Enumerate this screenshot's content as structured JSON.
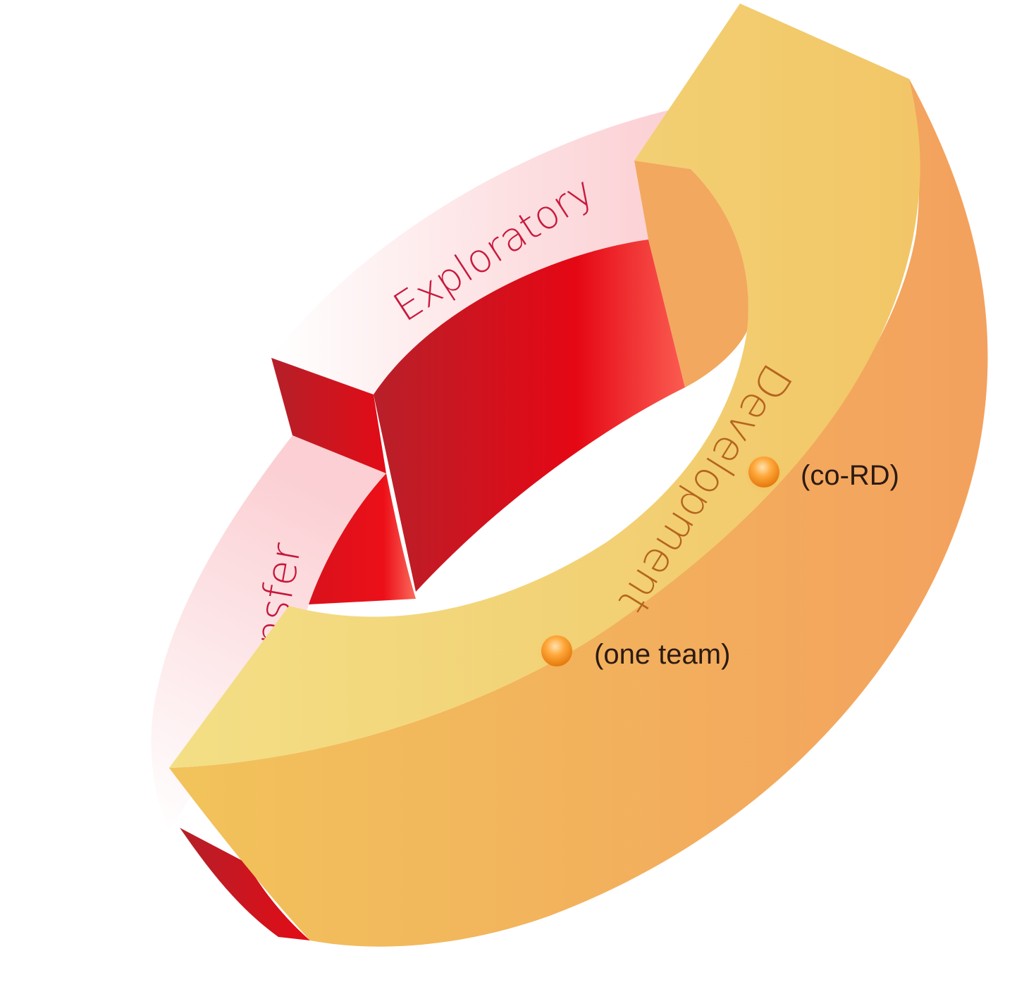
{
  "diagram": {
    "segments": [
      {
        "label": "Exploratory",
        "color": "#e2141f"
      },
      {
        "label": "ansfer",
        "color": "#e2141f"
      },
      {
        "label": "Development",
        "color": "#f3c36a"
      }
    ],
    "markers": [
      {
        "label": "(co-RD)",
        "color": "#f39a1e"
      },
      {
        "label": "(one team)",
        "color": "#f39a1e"
      }
    ]
  }
}
